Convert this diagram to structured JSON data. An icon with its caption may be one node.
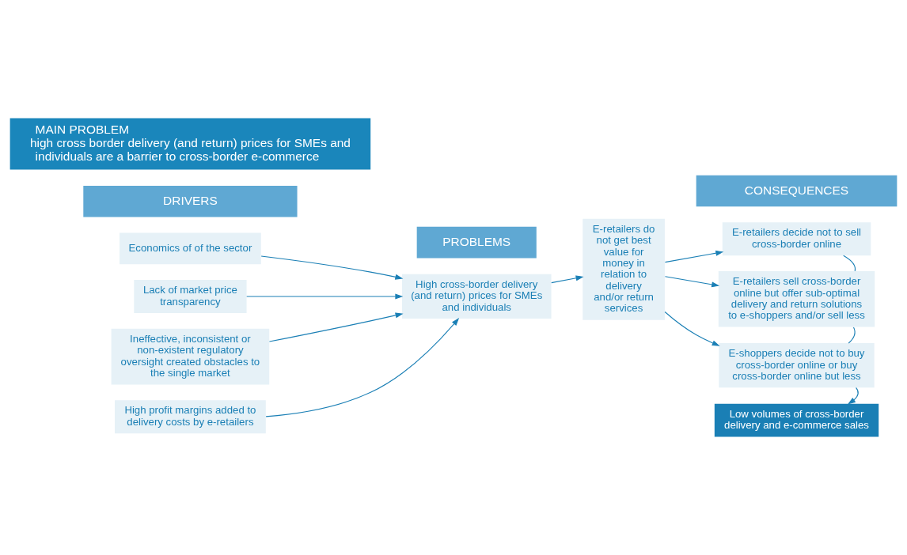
{
  "diagram": {
    "nodes": [
      {
        "text": [
          "MAIN PROBLEM",
          "high cross border delivery (and return) prices for SMEs and individuals are a barrier to cross-border e-commerce"
        ]
      },
      {
        "text": [
          "DRIVERS"
        ]
      },
      {
        "text": [
          "PROBLEMS"
        ]
      },
      {
        "text": [
          "CONSEQUENCES"
        ]
      },
      {
        "text": [
          "Economics of of the sector"
        ]
      },
      {
        "text": [
          "Lack of market price transparency"
        ]
      },
      {
        "text": [
          "Ineffective, inconsistent or non-existent regulatory oversight created obstacles to the single market"
        ]
      },
      {
        "text": [
          "High profit margins added to delivery costs by e-retailers"
        ]
      },
      {
        "text": [
          "High cross-border delivery (and return) prices for SMEs and individuals"
        ]
      },
      {
        "text": [
          "E-retailers do not get best value for money in relation to delivery and/or return services"
        ]
      },
      {
        "text": [
          "E-retailers decide not to sell cross-border online"
        ]
      },
      {
        "text": [
          "E-retailers sell cross-border online but offer sub-optimal delivery and return solutions to e-shoppers and/or sell less"
        ]
      },
      {
        "text": [
          "E-shoppers decide not to buy cross-border online or buy cross-border online but less"
        ]
      },
      {
        "text": [
          "Low volumes of cross-border delivery and e-commerce sales"
        ]
      }
    ],
    "edges": [
      {
        "from": 4,
        "to": 8,
        "arrow": "to"
      },
      {
        "from": 5,
        "to": 8,
        "arrow": "to"
      },
      {
        "from": 6,
        "to": 8,
        "arrow": "to"
      },
      {
        "from": 7,
        "to": 8,
        "arrow": "to"
      },
      {
        "from": 8,
        "to": 9,
        "arrow": "to"
      },
      {
        "from": 9,
        "to": 10,
        "arrow": "to"
      },
      {
        "from": 9,
        "to": 11,
        "arrow": "to"
      },
      {
        "from": 9,
        "to": 12,
        "arrow": "to"
      },
      {
        "from": 10,
        "to": 11,
        "arrow": "none"
      },
      {
        "from": 11,
        "to": 12,
        "arrow": "none"
      },
      {
        "from": 12,
        "to": 13,
        "arrow": "to"
      }
    ]
  }
}
